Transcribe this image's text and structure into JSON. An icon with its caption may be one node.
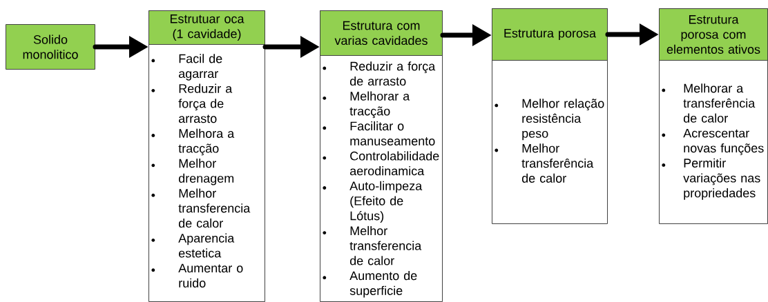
{
  "diagram": {
    "nodes": [
      {
        "text": [
          "Solido monolitico"
        ]
      },
      {
        "text": [
          "Estrutuar oca (1 cavidade)",
          "Facil de agarrar",
          "Reduzir a força de arrasto",
          "Melhora a tracção",
          "Melhor drenagem",
          "Melhor transferencia de calor",
          "Aparencia estetica",
          "Aumentar o ruido"
        ]
      },
      {
        "text": [
          "Estrutura com varias cavidades",
          "Reduzir a força de arrasto",
          "Melhorar a tracção",
          "Facilitar o manuseamento",
          "Controlabilidade aerodinamica",
          "Auto-limpeza (Efeito de Lótus)",
          "Melhor transferencia de calor",
          "Aumento de superficie"
        ]
      },
      {
        "text": [
          "Estrutura porosa",
          "Melhor relação resistência peso",
          "Melhor transferência de calor"
        ]
      },
      {
        "text": [
          "Estrutura porosa com elementos ativos",
          "Melhorar a transferência de calor",
          "Acrescentar novas funções",
          "Permitir variações nas propriedades"
        ]
      }
    ],
    "edges": [
      {
        "from": 0,
        "to": 1,
        "arrow": "to"
      },
      {
        "from": 1,
        "to": 2,
        "arrow": "to"
      },
      {
        "from": 2,
        "to": 3,
        "arrow": "to"
      },
      {
        "from": 3,
        "to": 4,
        "arrow": "to"
      }
    ]
  }
}
